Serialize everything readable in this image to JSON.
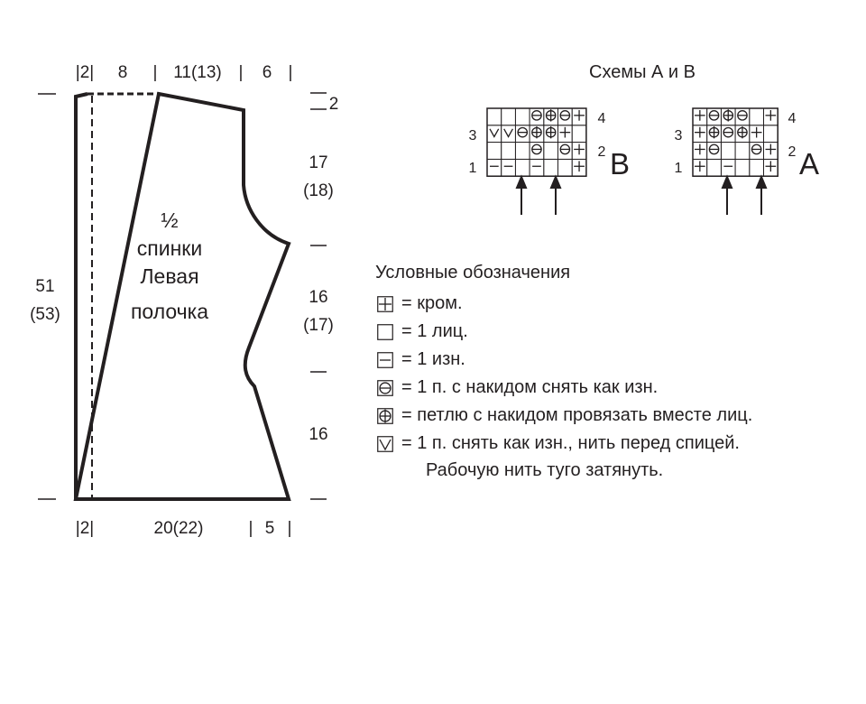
{
  "pattern": {
    "label_line1": "½",
    "label_line2": "спинки",
    "label_line3": "Левая",
    "label_line4": "полочка",
    "top_dims": {
      "edge": "|2|",
      "a": "8",
      "sep1": "|",
      "b": "11(13)",
      "sep2": "|",
      "c": "6",
      "sep3": "|"
    },
    "bottom_dims": {
      "edge": "|2|",
      "a": "20(22)",
      "sep1": "|",
      "b": "5",
      "sep2": "|"
    },
    "left_dims": {
      "v1": "51",
      "v2": "(53)"
    },
    "right_dims": {
      "d1": "2",
      "d2a": "17",
      "d2b": "(18)",
      "d3a": "16",
      "d3b": "(17)",
      "d4": "16"
    }
  },
  "schemes": {
    "title": "Схемы А и В",
    "B": {
      "name": "B",
      "row_labels_left": [
        "3",
        "1"
      ],
      "row_labels_right": [
        "4",
        "2"
      ],
      "grid": [
        [
          "",
          "",
          "",
          "purl-slip",
          "knit-together",
          "purl-slip",
          "edge"
        ],
        [
          "slip-wyif",
          "slip-wyif",
          "purl-slip",
          "knit-together",
          "knit-together",
          "edge",
          ""
        ],
        [
          "",
          "",
          "",
          "purl-slip",
          "",
          "purl-slip",
          "edge"
        ],
        [
          "purl",
          "purl",
          "",
          "purl",
          "",
          "",
          "edge"
        ]
      ]
    },
    "A": {
      "name": "A",
      "row_labels_left": [
        "3",
        "1"
      ],
      "row_labels_right": [
        "4",
        "2"
      ],
      "grid": [
        [
          "edge",
          "purl-slip",
          "knit-together",
          "purl-slip",
          "",
          "edge"
        ],
        [
          "edge",
          "knit-together",
          "purl-slip",
          "knit-together",
          "edge",
          ""
        ],
        [
          "edge",
          "purl-slip",
          "",
          "",
          "purl-slip",
          "edge"
        ],
        [
          "edge",
          "",
          "purl",
          "",
          "",
          "edge"
        ]
      ]
    }
  },
  "legend": {
    "title": "Условные обозначения",
    "items": [
      {
        "symbol": "edge",
        "text": "= кром."
      },
      {
        "symbol": "knit",
        "text": "= 1 лиц."
      },
      {
        "symbol": "purl",
        "text": "= 1 изн."
      },
      {
        "symbol": "purl-slip",
        "text": "= 1 п. с накидом снять как изн."
      },
      {
        "symbol": "knit-together",
        "text": "= петлю с накидом провязать вместе лиц."
      },
      {
        "symbol": "slip-wyif",
        "text": "= 1 п. снять как изн., нить перед спицей."
      }
    ],
    "note": "Рабочую нить туго затянуть."
  },
  "colors": {
    "ink": "#231f20",
    "background": "#ffffff"
  }
}
